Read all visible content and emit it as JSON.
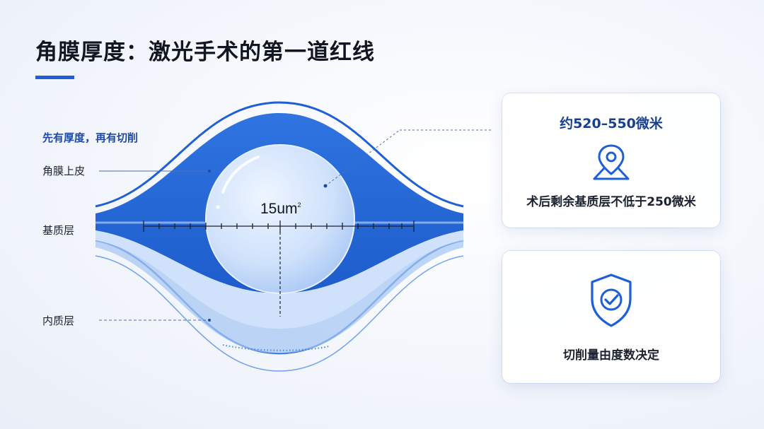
{
  "title": "角膜厚度：激光手术的第一道红线",
  "diagram": {
    "heading": "先有厚度，再有切削",
    "labels": {
      "epithelium": "角膜上皮",
      "stroma": "基质层",
      "endothelium": "内质层"
    },
    "measure": "15um",
    "measure_sup": "2"
  },
  "cards": [
    {
      "head": "约520–550微米",
      "icon": "location-pin-icon",
      "text": "术后剩余基质层不低于250微米"
    },
    {
      "icon": "shield-check-icon",
      "text": "切削量由度数决定"
    }
  ],
  "colors": {
    "accent": "#1f5fd6",
    "deep_blue": "#17408f",
    "mid_blue": "#2f74e0",
    "light_blue": "#cfe1fb"
  }
}
